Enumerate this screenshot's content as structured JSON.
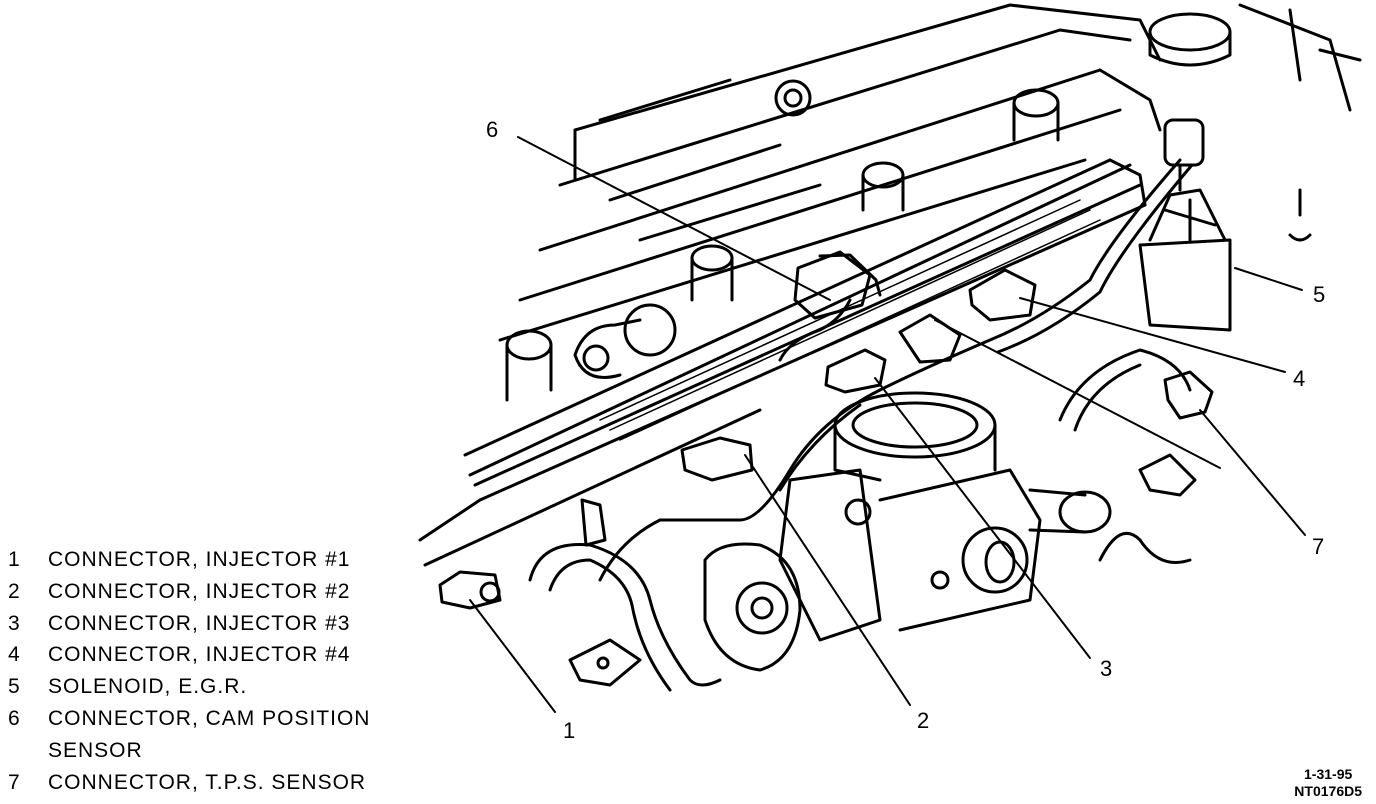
{
  "callouts": [
    "1",
    "2",
    "3",
    "4",
    "5",
    "6",
    "7"
  ],
  "legend": [
    {
      "num": "1",
      "text": "CONNECTOR, INJECTOR #1"
    },
    {
      "num": "2",
      "text": "CONNECTOR, INJECTOR #2"
    },
    {
      "num": "3",
      "text": "CONNECTOR, INJECTOR #3"
    },
    {
      "num": "4",
      "text": "CONNECTOR, INJECTOR #4"
    },
    {
      "num": "5",
      "text": "SOLENOID, E.G.R."
    },
    {
      "num": "6",
      "text": "CONNECTOR, CAM POSITION\nSENSOR"
    },
    {
      "num": "7",
      "text": "CONNECTOR, T.P.S. SENSOR"
    }
  ],
  "footer": {
    "date": "1-31-95",
    "code": "NT0176D5"
  }
}
